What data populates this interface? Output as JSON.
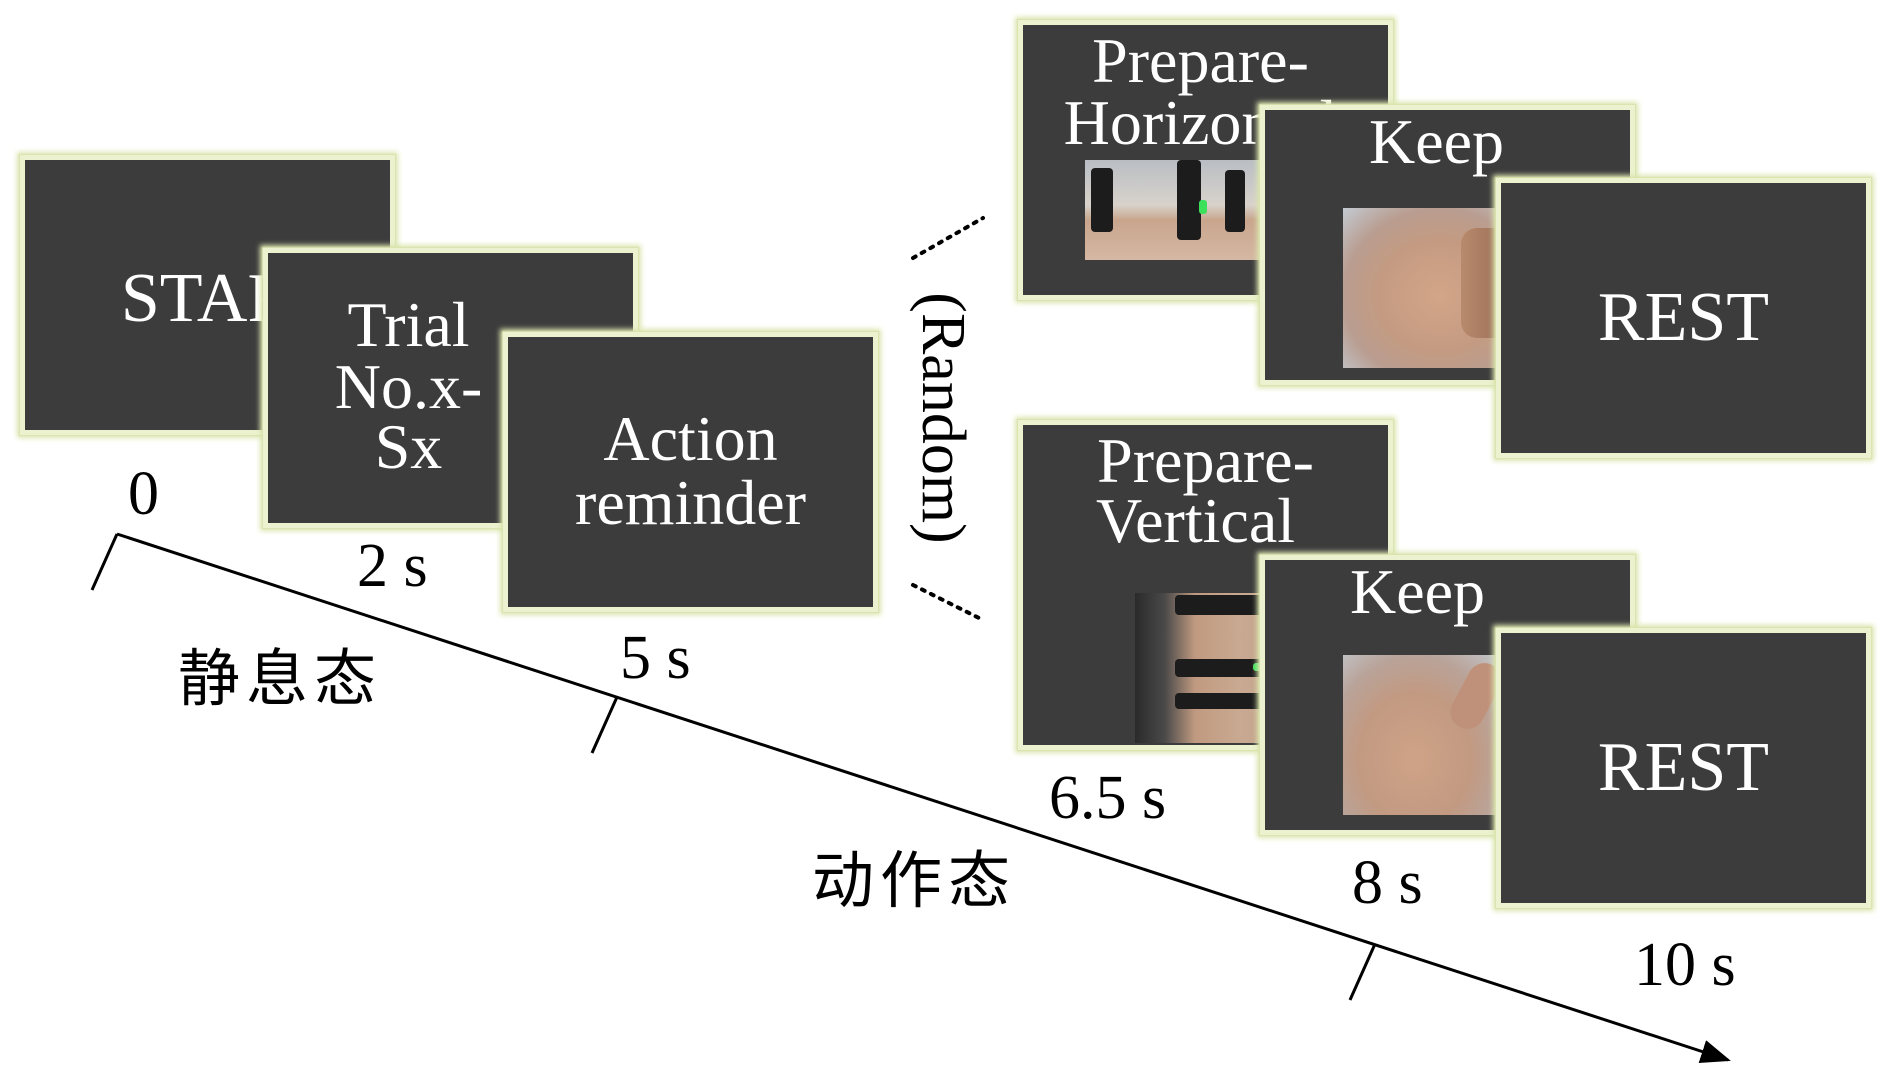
{
  "screens": {
    "star": "STAR",
    "trial": [
      "Trial",
      "No.x-",
      "Sx"
    ],
    "action": [
      "Action",
      "reminder"
    ],
    "prep_h": [
      "Prepare-",
      "Horizontal"
    ],
    "keep_h": "Keep",
    "rest_h": "REST",
    "prep_v": [
      "Prepare-",
      "Vertical"
    ],
    "keep_v": "Keep",
    "rest_v": "REST"
  },
  "random_label": "(Random)",
  "timeline": {
    "t0": "0",
    "t2": "2 s",
    "t5": "5 s",
    "t65": "6.5 s",
    "t8": "8 s",
    "t10": "10 s"
  },
  "phases": {
    "rest": "静息态",
    "action": "动作态"
  },
  "colors": {
    "screen_bg": "#3c3c3c",
    "screen_border": "#ecf1cf",
    "text": "#ffffff",
    "axis": "#000000"
  }
}
